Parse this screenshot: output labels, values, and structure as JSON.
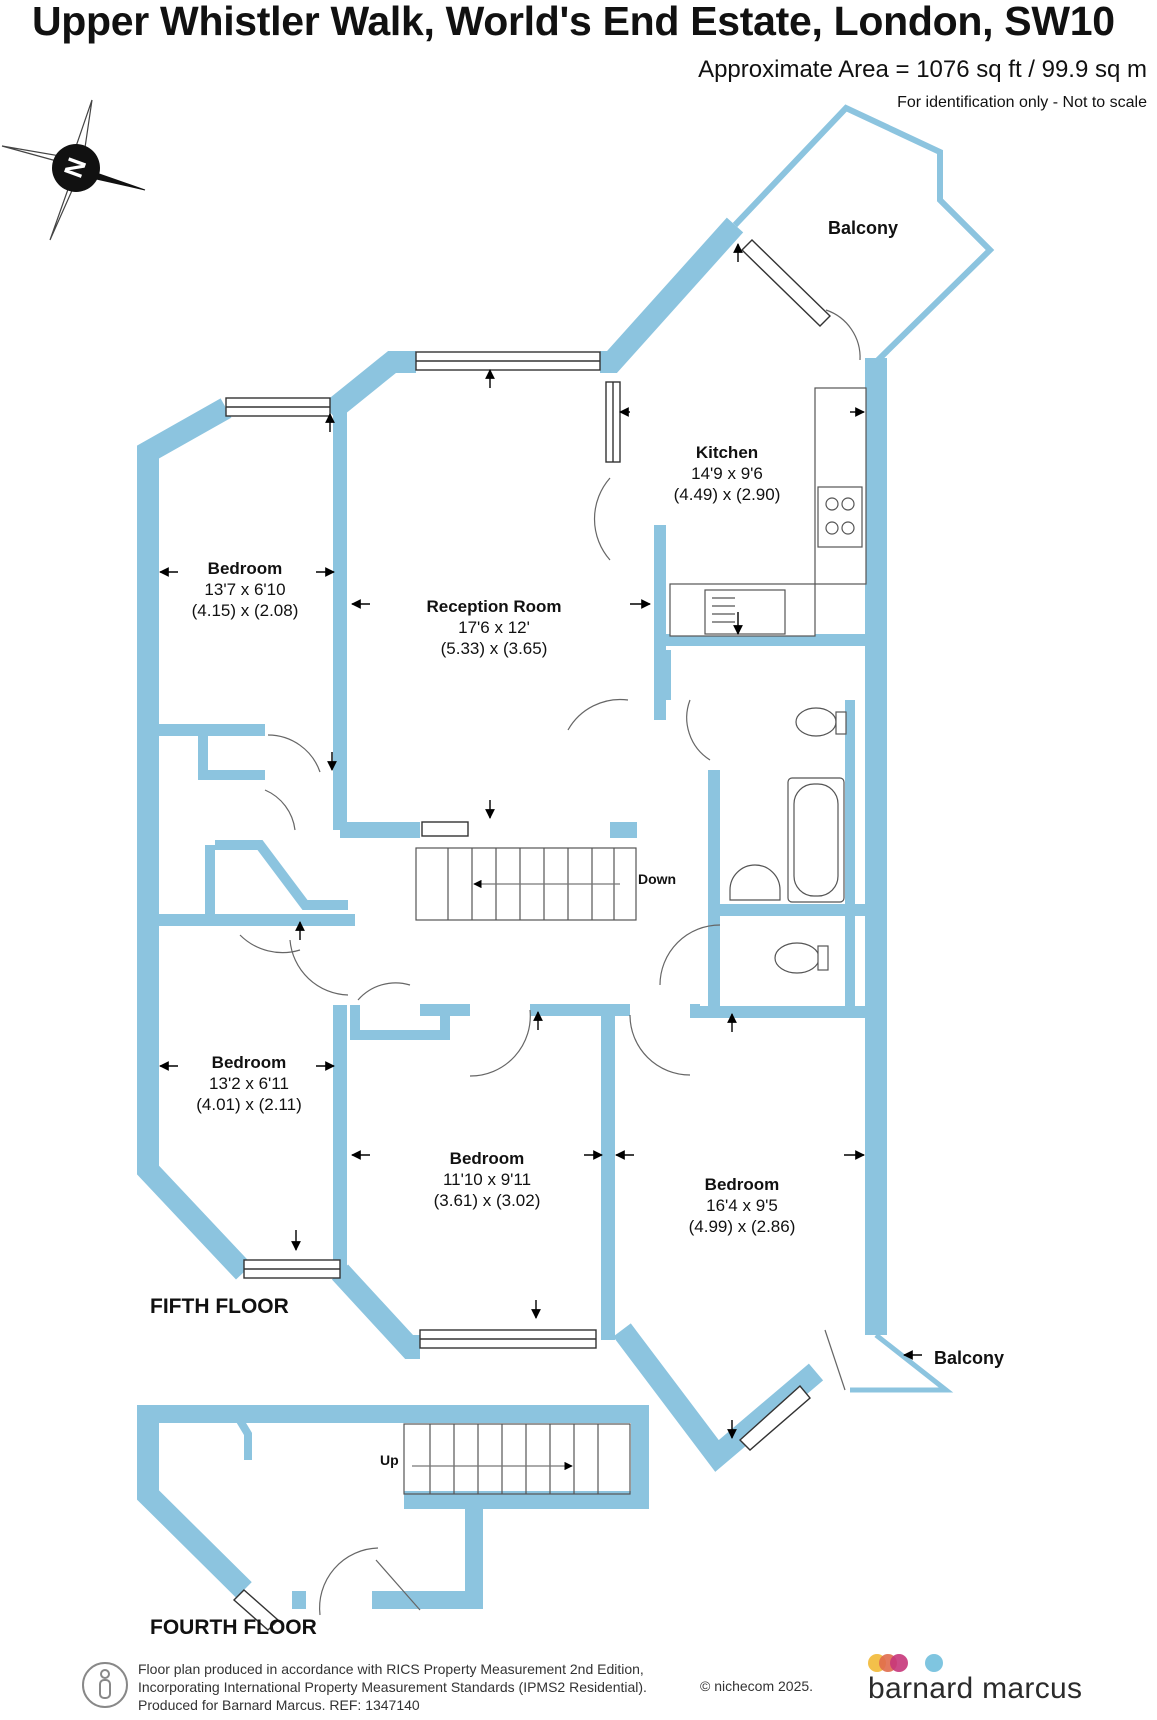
{
  "header": {
    "title": "Upper Whistler Walk, World's End Estate, London, SW10",
    "area": "Approximate Area = 1076 sq ft / 99.9 sq m",
    "note": "For identification only - Not to scale"
  },
  "compass": {
    "letter": "N"
  },
  "rooms": {
    "balcony_top": "Balcony",
    "kitchen": {
      "name": "Kitchen",
      "imperial": "14'9 x 9'6",
      "metric": "(4.49) x (2.90)"
    },
    "bedroom_top_left": {
      "name": "Bedroom",
      "imperial": "13'7 x 6'10",
      "metric": "(4.15) x (2.08)"
    },
    "reception": {
      "name": "Reception Room",
      "imperial": "17'6 x 12'",
      "metric": "(5.33) x (3.65)"
    },
    "bedroom_mid_left": {
      "name": "Bedroom",
      "imperial": "13'2 x 6'11",
      "metric": "(4.01) x (2.11)"
    },
    "bedroom_centre": {
      "name": "Bedroom",
      "imperial": "11'10 x 9'11",
      "metric": "(3.61) x (3.02)"
    },
    "bedroom_right": {
      "name": "Bedroom",
      "imperial": "16'4 x 9'5",
      "metric": "(4.99) x (2.86)"
    },
    "balcony_bottom": "Balcony"
  },
  "stairs": {
    "down": "Down",
    "up": "Up"
  },
  "floors": {
    "fifth": "FIFTH FLOOR",
    "fourth": "FOURTH FLOOR"
  },
  "footer": {
    "line1": "Floor plan produced in accordance with RICS Property Measurement 2nd Edition,",
    "line2": "Incorporating International Property Measurement Standards (IPMS2 Residential).",
    "line3": "Produced for Barnard Marcus.   REF:  1347140",
    "copyright": "© nichecom 2025.",
    "brand": "barnard marcus"
  },
  "colors": {
    "wall": "#8cc4df",
    "brand_dots": [
      "#f3c04a",
      "#e06b4c",
      "#c7367a",
      "#7fc5e0"
    ]
  }
}
